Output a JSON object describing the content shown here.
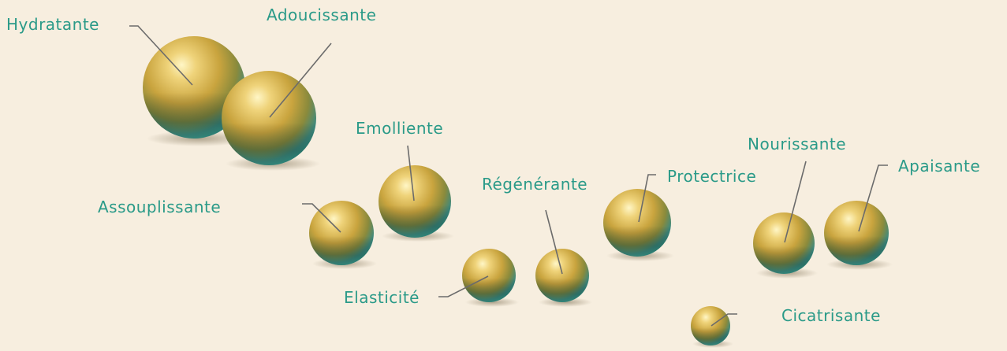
{
  "colors": {
    "background": "#f7eedf",
    "label_text": "#2a9a88",
    "leader_line": "#6b6b6b",
    "sphere_gold": "#c9a43e",
    "sphere_teal": "#2f9a8e"
  },
  "properties": [
    {
      "id": "hydratante",
      "label": "Hydratante"
    },
    {
      "id": "adoucissante",
      "label": "Adoucissante"
    },
    {
      "id": "emolliente",
      "label": "Emolliente"
    },
    {
      "id": "assouplissante",
      "label": "Assouplissante"
    },
    {
      "id": "elasticite",
      "label": "Elasticité"
    },
    {
      "id": "regenerante",
      "label": "Régénérante"
    },
    {
      "id": "protectrice",
      "label": "Protectrice"
    },
    {
      "id": "nourissante",
      "label": "Nourissante"
    },
    {
      "id": "apaisante",
      "label": "Apaisante"
    },
    {
      "id": "cicatrisante",
      "label": "Cicatrisante"
    }
  ]
}
